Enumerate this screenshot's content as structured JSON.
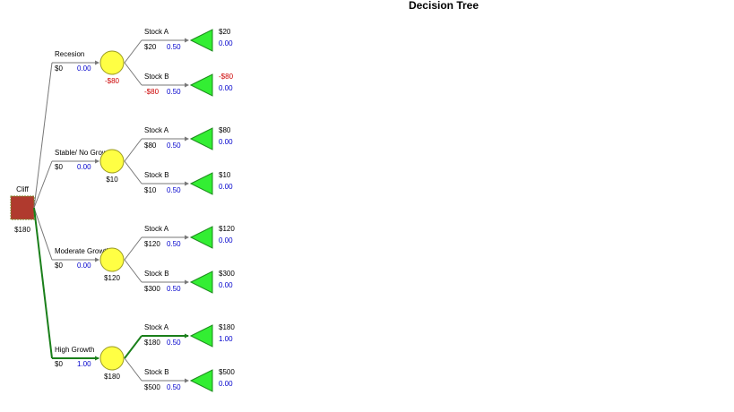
{
  "title": "Decision Tree",
  "colors": {
    "decision_node": "#b03a2e",
    "chance_node": "#ffff44",
    "terminal_node": "#33ee33",
    "optimal_path": "#1a7f1a",
    "branch": "#777777",
    "probability": "#0000cc",
    "negative": "#cc0000"
  },
  "root": {
    "name": "Cliff",
    "value": "$180",
    "icon": "decision-square"
  },
  "branches": [
    {
      "label": "Recesion",
      "payoff": "$0",
      "prob": "0.00",
      "node_value": "-$80",
      "node_negative": true,
      "optimal": false,
      "outcomes": [
        {
          "label": "Stock A",
          "payoff": "$20",
          "prob": "0.50",
          "terminal_value": "$20",
          "terminal_prob": "0.00",
          "negative": false,
          "optimal": false
        },
        {
          "label": "Stock B",
          "payoff": "-$80",
          "prob": "0.50",
          "terminal_value": "-$80",
          "terminal_prob": "0.00",
          "negative": true,
          "optimal": false
        }
      ]
    },
    {
      "label": "Stable/ No Growth",
      "payoff": "$0",
      "prob": "0.00",
      "node_value": "$10",
      "node_negative": false,
      "optimal": false,
      "outcomes": [
        {
          "label": "Stock A",
          "payoff": "$80",
          "prob": "0.50",
          "terminal_value": "$80",
          "terminal_prob": "0.00",
          "negative": false,
          "optimal": false
        },
        {
          "label": "Stock B",
          "payoff": "$10",
          "prob": "0.50",
          "terminal_value": "$10",
          "terminal_prob": "0.00",
          "negative": false,
          "optimal": false
        }
      ]
    },
    {
      "label": "Moderate Growth",
      "payoff": "$0",
      "prob": "0.00",
      "node_value": "$120",
      "node_negative": false,
      "optimal": false,
      "outcomes": [
        {
          "label": "Stock A",
          "payoff": "$120",
          "prob": "0.50",
          "terminal_value": "$120",
          "terminal_prob": "0.00",
          "negative": false,
          "optimal": false
        },
        {
          "label": "Stock B",
          "payoff": "$300",
          "prob": "0.50",
          "terminal_value": "$300",
          "terminal_prob": "0.00",
          "negative": false,
          "optimal": false
        }
      ]
    },
    {
      "label": "High Growth",
      "payoff": "$0",
      "prob": "1.00",
      "node_value": "$180",
      "node_negative": false,
      "optimal": true,
      "outcomes": [
        {
          "label": "Stock A",
          "payoff": "$180",
          "prob": "0.50",
          "terminal_value": "$180",
          "terminal_prob": "1.00",
          "negative": false,
          "optimal": true
        },
        {
          "label": "Stock B",
          "payoff": "$500",
          "prob": "0.50",
          "terminal_value": "$500",
          "terminal_prob": "0.00",
          "negative": false,
          "optimal": false
        }
      ]
    }
  ]
}
